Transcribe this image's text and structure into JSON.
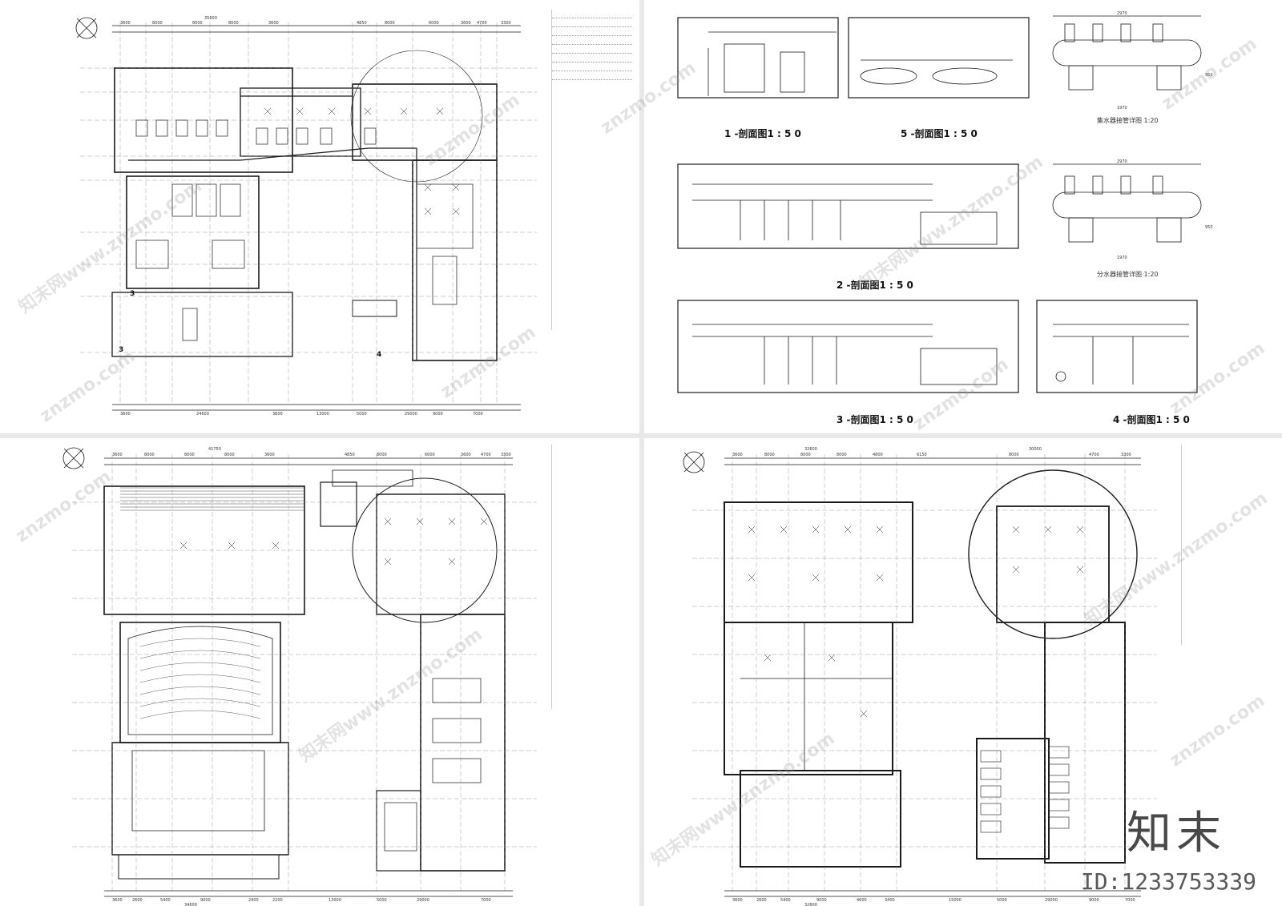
{
  "sheets": {
    "top_left": {
      "name": "basement-hvac-plan",
      "grid_dims_top": [
        "3600",
        "8000",
        "8000",
        "8000",
        "3600",
        "35600",
        "4850",
        "8000",
        "6000",
        "3600",
        "4700",
        "3300"
      ],
      "grid_dims_bottom": [
        "3600",
        "24600",
        "3600",
        "13000",
        "5000",
        "29000",
        "9000",
        "7000"
      ],
      "zone_labels": [
        "3",
        "3",
        "4"
      ]
    },
    "top_right": {
      "section_titles": [
        "1 -剖面图1 : 5 0",
        "5 -剖面图1 : 5 0",
        "2 -剖面图1 : 5 0",
        "3 -剖面图1 : 5 0",
        "4 -剖面图1 : 5 0"
      ],
      "detail_titles": [
        "集水器接管详图  1:20",
        "分水器接管详图  1:20"
      ],
      "detail_dims": [
        "2970",
        "1970",
        "2970",
        "1970",
        "950",
        "950"
      ]
    },
    "bottom_left": {
      "name": "first-floor-hvac-plan",
      "grid_dims_top": [
        "3600",
        "8000",
        "8000",
        "8000",
        "3600",
        "41750",
        "4850",
        "8000",
        "6000",
        "3600",
        "4700",
        "3300"
      ],
      "grid_dims_bottom": [
        "3600",
        "2600",
        "5400",
        "9000",
        "2400",
        "2200",
        "34600",
        "13000",
        "5000",
        "29000",
        "7000"
      ]
    },
    "bottom_right": {
      "name": "second-floor-hvac-plan",
      "grid_dims_top": [
        "3600",
        "8000",
        "8000",
        "8000",
        "4800",
        "32600",
        "6150",
        "30000",
        "8000",
        "4700",
        "3300"
      ],
      "grid_dims_bottom": [
        "3600",
        "2600",
        "5400",
        "9000",
        "4600",
        "3400",
        "32600",
        "15000",
        "5000",
        "29000",
        "9000",
        "7000"
      ]
    }
  },
  "watermark": {
    "text": "znzmo.com",
    "text_cn": "知末网www.znzmo.com"
  },
  "brand": {
    "logo": "知末",
    "id": "ID:1233753339"
  },
  "colors": {
    "line": "#1a1a1a",
    "grid": "#555555",
    "background": "#ffffff"
  }
}
